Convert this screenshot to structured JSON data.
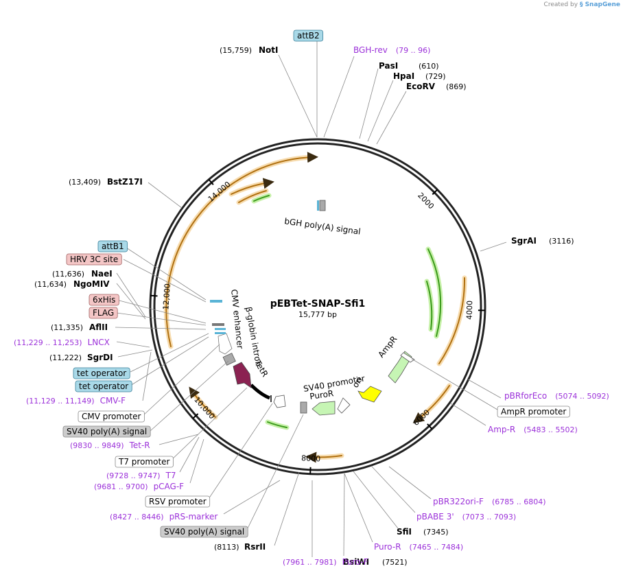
{
  "watermark": {
    "prefix": "Created by",
    "brand": "SnapGene"
  },
  "plasmid": {
    "name": "pEBTet-SNAP-Sfi1",
    "length": 15777,
    "length_label": "15,777 bp"
  },
  "scale_ticks": [
    {
      "pos": 2000,
      "label": "2000"
    },
    {
      "pos": 4000,
      "label": "4000"
    },
    {
      "pos": 6000,
      "label": "6000"
    },
    {
      "pos": 8000,
      "label": "8000"
    },
    {
      "pos": 10000,
      "label": "10,000"
    },
    {
      "pos": 12000,
      "label": "12,000"
    },
    {
      "pos": 14000,
      "label": "14,000"
    }
  ],
  "enzymes": [
    {
      "name": "NotI",
      "coord": "(15,759)",
      "pos": 15759
    },
    {
      "name": "PasI",
      "coord": "(610)",
      "pos": 610
    },
    {
      "name": "HpaI",
      "coord": "(729)",
      "pos": 729
    },
    {
      "name": "EcoRV",
      "coord": "(869)",
      "pos": 869
    },
    {
      "name": "SgrAI",
      "coord": "(3116)",
      "pos": 3116
    },
    {
      "name": "SfiI",
      "coord": "(7345)",
      "pos": 7345
    },
    {
      "name": "BsiWI",
      "coord": "(7521)",
      "pos": 7521
    },
    {
      "name": "RsrII",
      "coord": "(8113)",
      "pos": 8113
    },
    {
      "name": "SgrDI",
      "coord": "(11,222)",
      "pos": 11222
    },
    {
      "name": "AflII",
      "coord": "(11,335)",
      "pos": 11335
    },
    {
      "name": "NgoMIV",
      "coord": "(11,634)",
      "pos": 11634
    },
    {
      "name": "NaeI",
      "coord": "(11,636)",
      "pos": 11636
    },
    {
      "name": "BstZ17I",
      "coord": "(13,409)",
      "pos": 13409
    }
  ],
  "primers": [
    {
      "name": "BGH-rev",
      "range": "(79 .. 96)",
      "pos": 88
    },
    {
      "name": "pBRforEco",
      "range": "(5074 .. 5092)",
      "pos": 5083
    },
    {
      "name": "Amp-R",
      "range": "(5483 .. 5502)",
      "pos": 5492
    },
    {
      "name": "pBR322ori-F",
      "range": "(6785 .. 6804)",
      "pos": 6795
    },
    {
      "name": "pBABE 3'",
      "range": "(7073 .. 7093)",
      "pos": 7083
    },
    {
      "name": "Puro-R",
      "range": "(7465 .. 7484)",
      "pos": 7475
    },
    {
      "name": "Puro-F",
      "range": "(7961 .. 7981)",
      "pos": 7971
    },
    {
      "name": "pRS-marker",
      "range": "(8427 .. 8446)",
      "pos": 8436
    },
    {
      "name": "pCAG-F",
      "range": "(9681 .. 9700)",
      "pos": 9690
    },
    {
      "name": "T7",
      "range": "(9728 .. 9747)",
      "pos": 9737
    },
    {
      "name": "Tet-R",
      "range": "(9830 .. 9849)",
      "pos": 9840
    },
    {
      "name": "CMV-F",
      "range": "(11,129 .. 11,149)",
      "pos": 11139
    },
    {
      "name": "LNCX",
      "range": "(11,229 .. 11,253)",
      "pos": 11241
    }
  ],
  "boxed_labels": [
    {
      "text": "attB2",
      "kind": "site"
    },
    {
      "text": "AmpR promoter",
      "kind": "promoter"
    },
    {
      "text": "SV40 poly(A) signal",
      "kind": "terminator"
    },
    {
      "text": "RSV promoter",
      "kind": "promoter"
    },
    {
      "text": "T7 promoter",
      "kind": "promoter"
    },
    {
      "text": "SV40 poly(A) signal",
      "kind": "terminator"
    },
    {
      "text": "CMV promoter",
      "kind": "promoter"
    },
    {
      "text": "tet operator",
      "kind": "site"
    },
    {
      "text": "tet operator",
      "kind": "site"
    },
    {
      "text": "FLAG",
      "kind": "tag"
    },
    {
      "text": "6xHis",
      "kind": "tag"
    },
    {
      "text": "HRV 3C site",
      "kind": "tag"
    },
    {
      "text": "attB1",
      "kind": "site"
    }
  ],
  "inner_labels": [
    {
      "text": "bGH poly(A) signal"
    },
    {
      "text": "AmpR"
    },
    {
      "text": "ori"
    },
    {
      "text": "SV40 promoter"
    },
    {
      "text": "PuroR"
    },
    {
      "text": "TetR"
    },
    {
      "text": "β-globin intron"
    },
    {
      "text": "CMV enhancer"
    }
  ],
  "colors": {
    "backbone": "#222222",
    "primer": "#9b30d9",
    "enzyme_text": "#000000",
    "orf_orange": "#d98a1f",
    "orf_green": "#3a9a1a",
    "ampr": "#b7f5a8",
    "ori": "#ffff00",
    "tetr": "#8b2252",
    "site_box": "#a9d9e8",
    "tag_box": "#f4c6c6",
    "promoter_box": "#ffffff",
    "terminator_box": "#cccccc"
  }
}
